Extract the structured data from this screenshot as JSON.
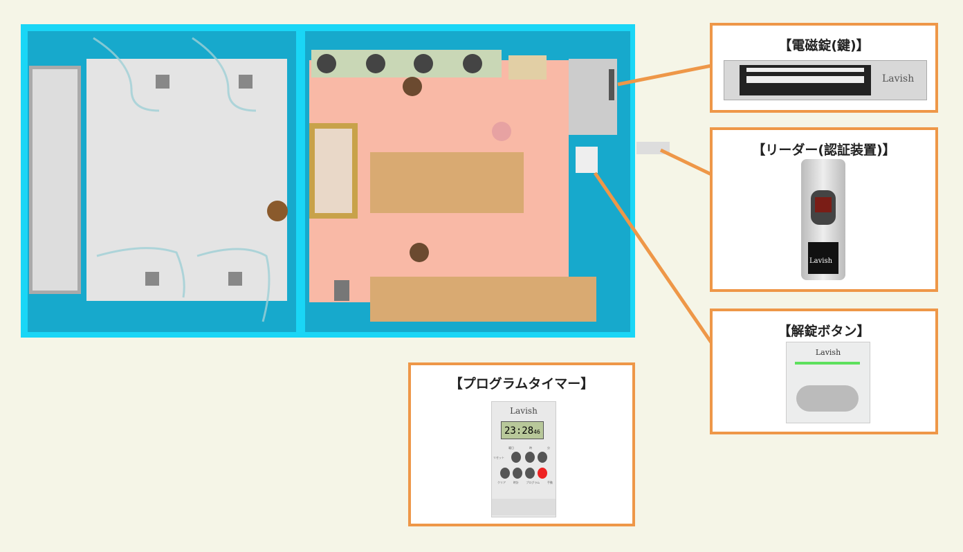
{
  "devices": {
    "lock": {
      "title": "【電磁錠(鍵)】",
      "brand": "Lavish"
    },
    "reader": {
      "title": "【リーダー(認証装置)】",
      "brand": "Lavish"
    },
    "button": {
      "title": "【解錠ボタン】",
      "brand": "Lavish"
    },
    "timer": {
      "title": "【プログラムタイマー】",
      "brand": "Lavish",
      "time": "23:28",
      "seconds": "46",
      "buttons": [
        "クリア",
        "時計",
        "プログラム",
        "手動"
      ],
      "top_labels": [
        "曜日",
        "時",
        "分"
      ],
      "reset": "リセット"
    }
  },
  "colors": {
    "wall": "#1ad6f6",
    "accent": "#ee9748",
    "floor_left": "#e4e4e4",
    "floor_right": "#f9b9a6"
  }
}
